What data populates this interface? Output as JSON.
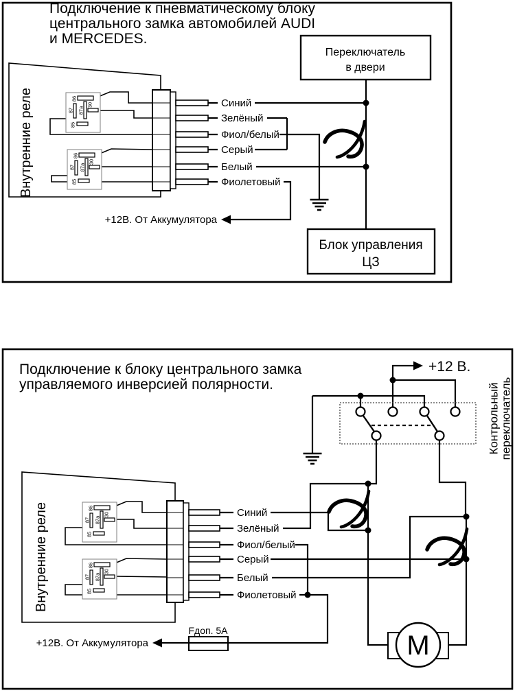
{
  "colors": {
    "line": "#000000",
    "relay_outline": "#8a8a8a",
    "background": "#ffffff"
  },
  "relay_pins": [
    "86",
    "87",
    "87a",
    "30",
    "85"
  ],
  "d1": {
    "title_lines": [
      "Подключение к пневматическому блоку",
      "центрального замка автомобилей AUDI",
      "и MERCEDES."
    ],
    "door_switch_lines": [
      "Переключатель",
      "в двери"
    ],
    "relay_unit_label": "Внутренние реле",
    "wires": [
      "Синий",
      "Зелёный",
      "Фиол/белый",
      "Серый",
      "Белый",
      "Фиолетовый"
    ],
    "battery_label": "+12В. От Аккумулятора",
    "control_unit_lines": [
      "Блок управления",
      "ЦЗ"
    ]
  },
  "d2": {
    "title_lines": [
      "Подключение к блоку центрального замка",
      "управляемого инверсией полярности."
    ],
    "plus12_label": "+12 В.",
    "control_switch_lines": [
      "Контрольный",
      "переключатель"
    ],
    "relay_unit_label": "Внутренние реле",
    "wires": [
      "Синий",
      "Зелёный",
      "Фиол/белый",
      "Серый",
      "Белый",
      "Фиолетовый"
    ],
    "fuse_label": "Fдоп. 5А",
    "battery_label": "+12В. От Аккумулятора",
    "motor_label": "М"
  }
}
